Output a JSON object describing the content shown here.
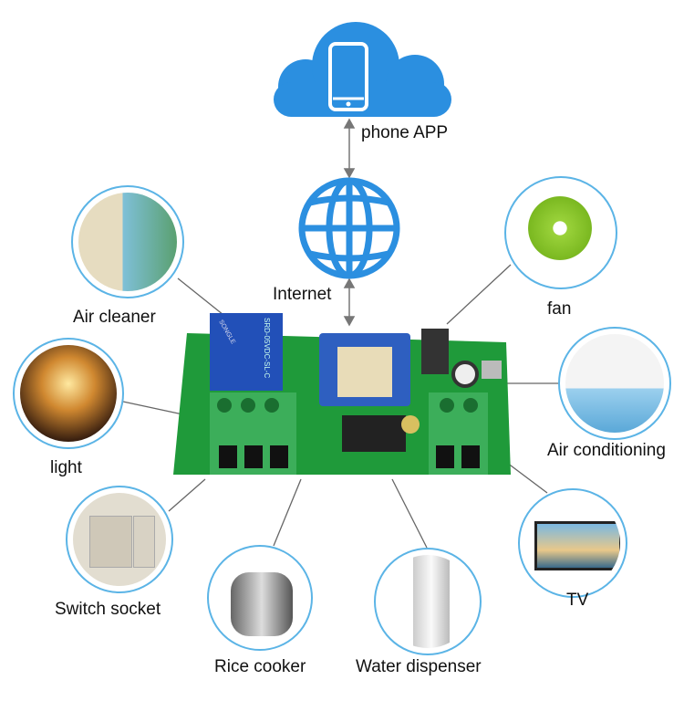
{
  "cloud": {
    "label": "phone APP",
    "color": "#2b8fe0"
  },
  "internet": {
    "label": "Internet"
  },
  "board": {
    "relay_text": "SRD-05VDC-SL-C",
    "relay_brand": "SONGLE"
  },
  "devices": [
    {
      "id": "air-cleaner",
      "label": "Air cleaner"
    },
    {
      "id": "light",
      "label": "light"
    },
    {
      "id": "switch-socket",
      "label": "Switch socket"
    },
    {
      "id": "rice-cooker",
      "label": "Rice cooker"
    },
    {
      "id": "water-dispenser",
      "label": "Water dispenser"
    },
    {
      "id": "tv",
      "label": "TV"
    },
    {
      "id": "air-conditioning",
      "label": "Air conditioning"
    },
    {
      "id": "fan",
      "label": "fan"
    }
  ]
}
